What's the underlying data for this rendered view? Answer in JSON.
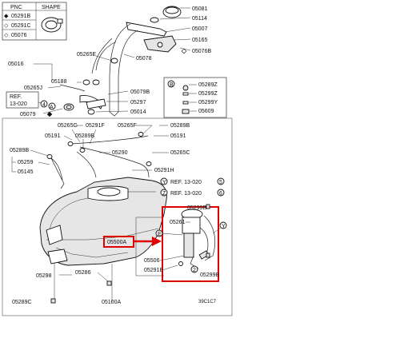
{
  "legend": {
    "header_pnc": "PNC",
    "header_shape": "SHAPE",
    "rows": [
      {
        "marker": "◆",
        "pnc": "05291B"
      },
      {
        "marker": "◇",
        "pnc": "05291C"
      },
      {
        "marker": "◇",
        "pnc": "05076"
      }
    ]
  },
  "labels": {
    "p05081": "05081",
    "p05114": "05114",
    "p05007": "05007",
    "p05165": "05165",
    "p05076B": "05076B",
    "p05265E": "05265E",
    "p05078": "05078",
    "p05016": "05016",
    "p05188": "05188",
    "p05265J": "05265J",
    "p05079B": "05079B",
    "p05297": "05297",
    "p05014": "05014",
    "p05079": "05079",
    "ref1_a": "REF.",
    "ref1_b": "13-020",
    "ref1_num": "4",
    "markerA1": "A",
    "b_289Z": "05289Z",
    "b_299Z": "05299Z",
    "b_299Y": "05299Y",
    "b_609": "05609",
    "markerB": "B",
    "p05265G": "05265G",
    "p05291F": "05291F",
    "p05265F": "05265F",
    "p05289B_top": "05289B",
    "p05191_left": "05191",
    "p05289B_mid": "05289B",
    "p05191_right": "05191",
    "p05290": "05290",
    "p05265C": "05265C",
    "p05289B_left": "05289B",
    "p05259": "05259",
    "p05145": "05145",
    "p05291H": "05291H",
    "ref5_prefix": "Y",
    "ref5_text": "REF. 13-020",
    "ref5_num": "5",
    "ref6_prefix": "Z",
    "ref6_text": "REF. 13-020",
    "ref6_num": "6",
    "p05299B": "05299B",
    "p05261": "05261",
    "markerE": "E",
    "p05500A": "05500A",
    "p05506": "05506",
    "p05291E": "05291E",
    "markerY": "Y",
    "marker2": "2",
    "p05299B_br": "05299B",
    "p05298": "05298",
    "p05286": "05286",
    "p05289C": "05289C",
    "p05100A": "05100A",
    "code": "39C1C7"
  }
}
